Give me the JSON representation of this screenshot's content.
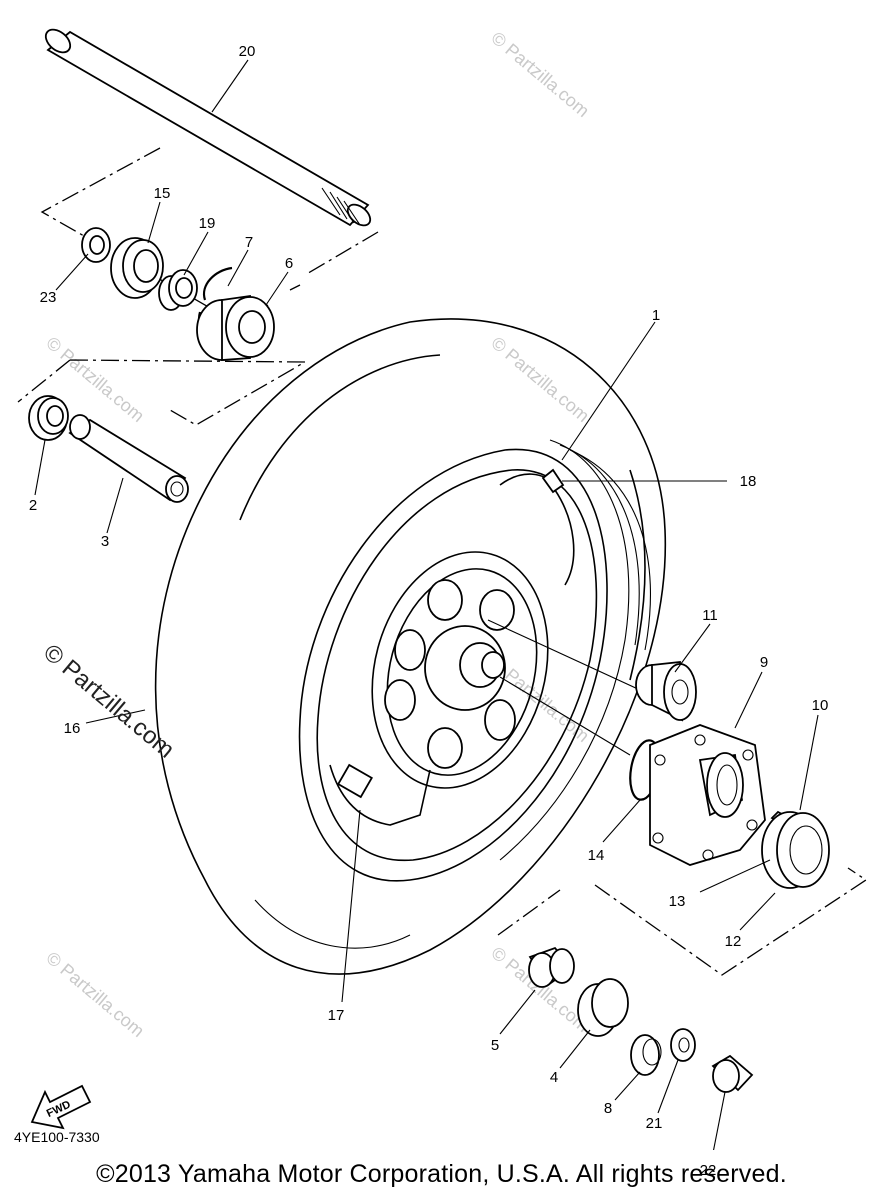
{
  "callouts": {
    "c1": "1",
    "c2": "2",
    "c3": "3",
    "c4": "4",
    "c5": "5",
    "c6": "6",
    "c7": "7",
    "c8": "8",
    "c9": "9",
    "c10": "10",
    "c11": "11",
    "c12": "12",
    "c13": "13",
    "c14": "14",
    "c15": "15",
    "c16": "16",
    "c17": "17",
    "c18": "18",
    "c19": "19",
    "c20": "20",
    "c21": "21",
    "c22": "22",
    "c23": "23"
  },
  "fwd_label": "FWD",
  "doc_code": "4YE100-7330",
  "watermark": {
    "primary": "© Partzilla.com",
    "faint": "© Partzilla.com"
  },
  "copyright": "©2013 Yamaha Motor Corporation, U.S.A. All rights reserved."
}
